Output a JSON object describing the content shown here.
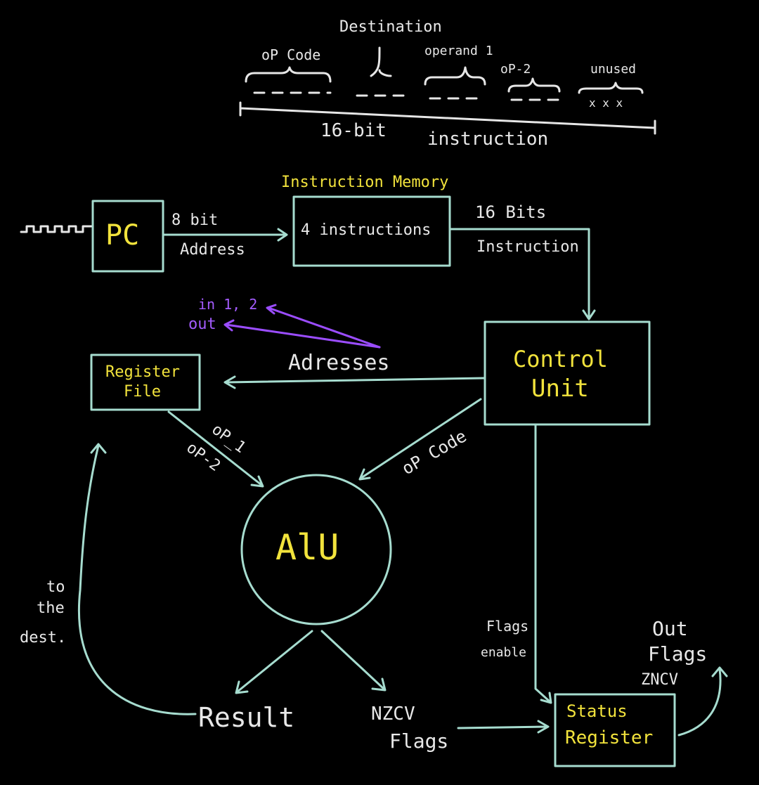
{
  "instruction_format": {
    "fields": {
      "opcode": "oP Code",
      "destination": "Destination",
      "operand1": "operand 1",
      "op2": "oP-2",
      "unused": "unused"
    },
    "unused_marks": "x x x",
    "bits": "16-bit",
    "label": "instruction"
  },
  "pc": {
    "label": "PC",
    "addr_top": "8 bit",
    "addr_bottom": "Address"
  },
  "instruction_memory": {
    "title": "Instruction Memory",
    "content": "4 instructions"
  },
  "imem_out": {
    "top": "16 Bits",
    "bottom": "Instruction"
  },
  "control_unit": {
    "line1": "Control",
    "line2": "Unit"
  },
  "register_file": {
    "line1": "Register",
    "line2": "File"
  },
  "addresses": {
    "label": "Adresses",
    "note_in": "in 1, 2",
    "note_out": "out"
  },
  "operands": {
    "op1": "oP_1",
    "op2": "oP-2"
  },
  "opcode_label": "oP Code",
  "alu": {
    "label": "AlU"
  },
  "result": "Result",
  "writeback": {
    "line1": "to",
    "line2": "the",
    "line3": "dest."
  },
  "nzcv": {
    "line1": "NZCV",
    "line2": "Flags"
  },
  "flags_enable": {
    "line1": "Flags",
    "line2": "enable"
  },
  "status_register": {
    "line1": "Status",
    "line2": "Register"
  },
  "out_flags": {
    "line1": "Out",
    "line2": "Flags",
    "line3": "ZNCV"
  }
}
